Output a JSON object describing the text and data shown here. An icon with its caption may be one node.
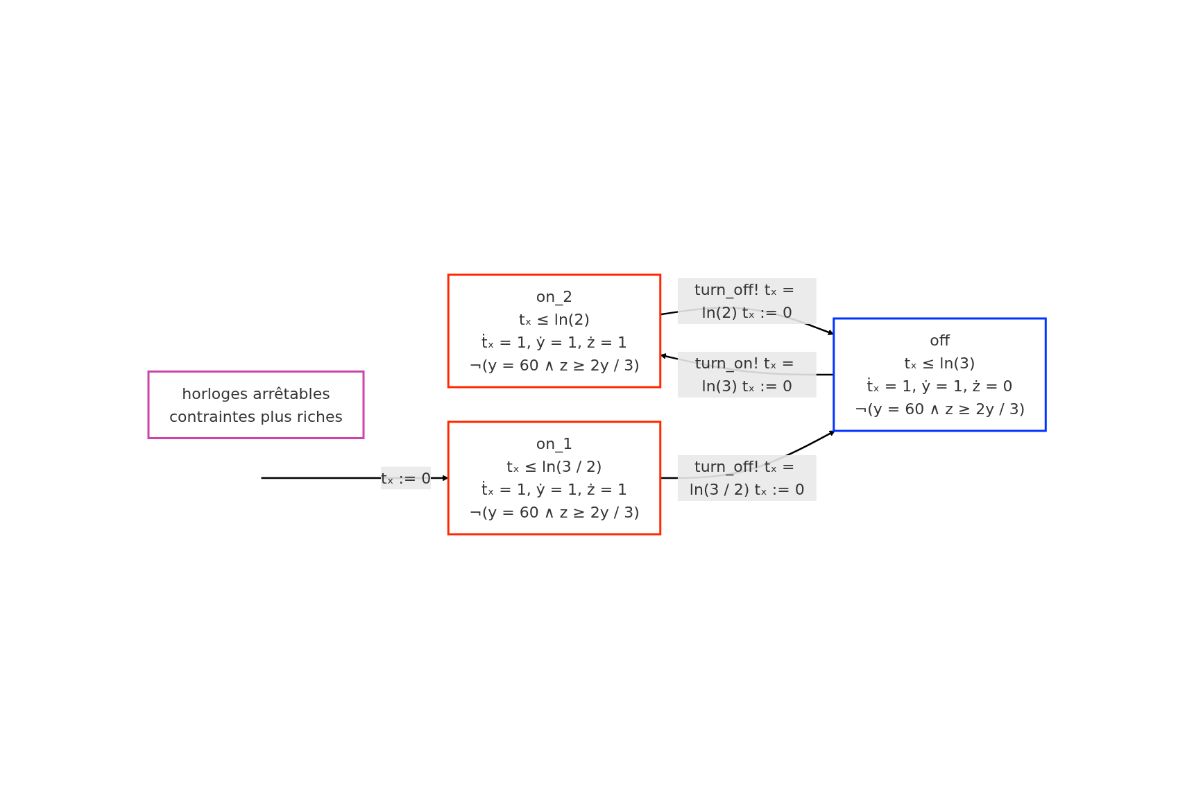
{
  "diagram": {
    "nodes": [
      {
        "text": [
          "on_2",
          "tₓ ≤ ln(2)",
          "ṫₓ = 1, ẏ = 1, ż = 1",
          "¬(y = 60 ∧ z ≥ 2y / 3)"
        ]
      },
      {
        "text": [
          "off",
          "tₓ ≤ ln(3)",
          "ṫₓ = 1, ẏ = 1, ż = 0",
          "¬(y = 60 ∧ z ≥ 2y / 3)"
        ]
      },
      {
        "text": [
          "on_1",
          "tₓ ≤ ln(3 / 2)",
          "ṫₓ = 1, ẏ = 1, ż = 1",
          "¬(y = 60 ∧ z ≥ 2y / 3)"
        ]
      },
      {
        "text": [
          "horloges arrêtables",
          "contraintes plus riches"
        ]
      }
    ],
    "edges": [
      {
        "from": 0,
        "to": 1,
        "arrow": "to",
        "label": "turn_off! tₓ = ln(2) tₓ := 0"
      },
      {
        "from": 1,
        "to": 0,
        "arrow": "to",
        "label": "turn_on! tₓ = ln(3) tₓ := 0"
      },
      {
        "from": null,
        "to": 2,
        "arrow": "to",
        "label": "tₓ := 0"
      },
      {
        "from": 2,
        "to": 1,
        "arrow": "to",
        "label": "turn_off! tₓ = ln(3 / 2) tₓ := 0"
      }
    ]
  }
}
